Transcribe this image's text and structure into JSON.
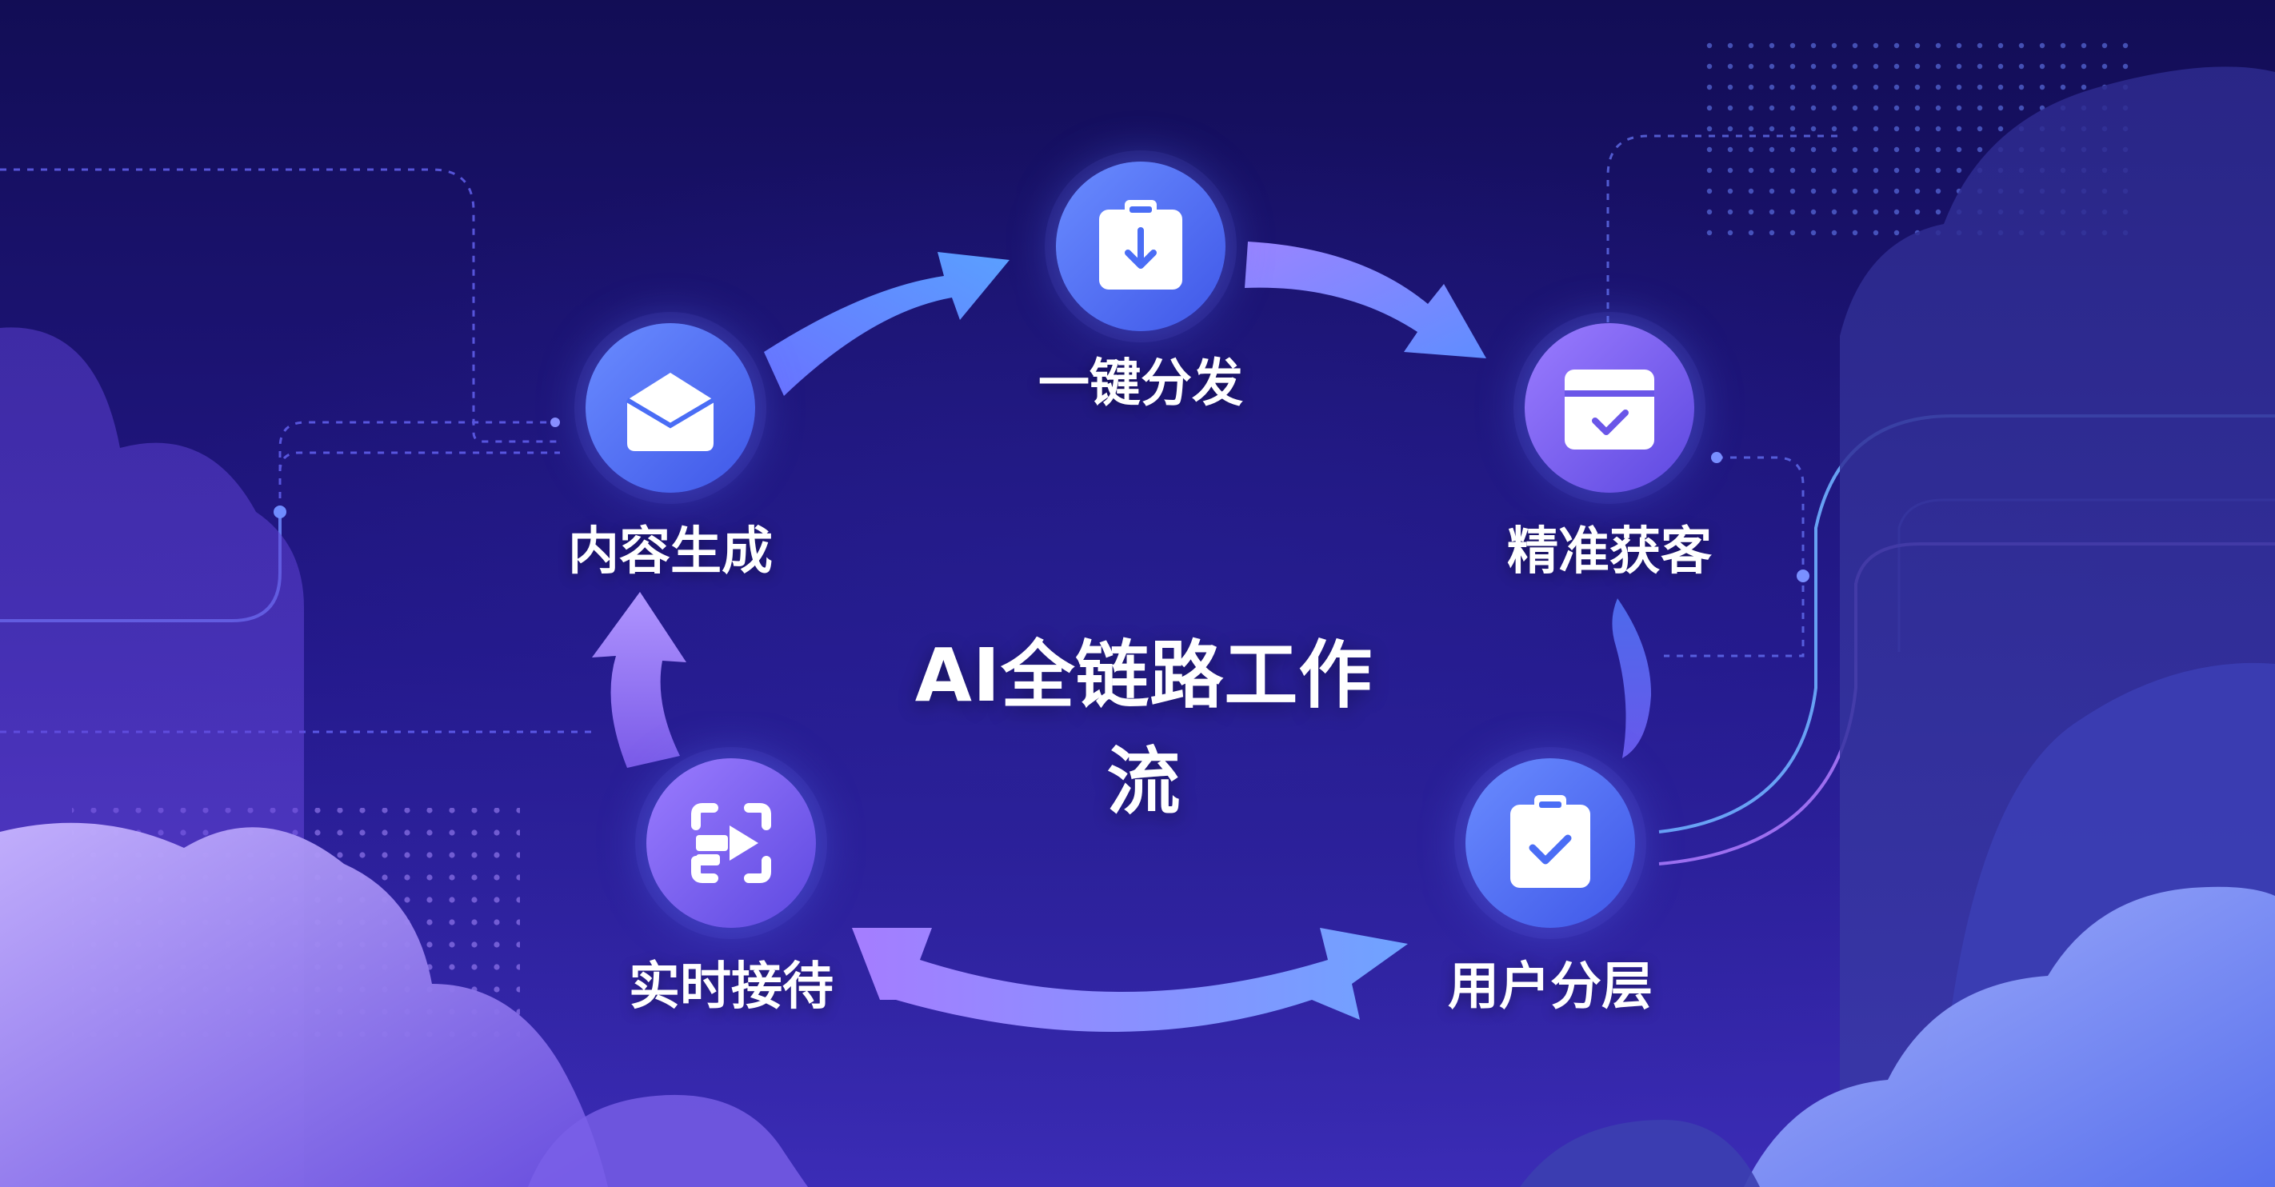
{
  "title": "AI全链路工作流",
  "nodes": [
    {
      "id": "content",
      "label": "内容生成",
      "icon": "envelope-icon"
    },
    {
      "id": "distribute",
      "label": "一键分发",
      "icon": "clipboard-download-icon"
    },
    {
      "id": "acquire",
      "label": "精准获客",
      "icon": "calendar-check-icon"
    },
    {
      "id": "segment",
      "label": "用户分层",
      "icon": "clipboard-check-icon"
    },
    {
      "id": "reception",
      "label": "实时接待",
      "icon": "scan-forward-icon"
    }
  ],
  "colors": {
    "background_top": "#140f5a",
    "background_bottom": "#3a2bb0",
    "node_blue": "#4a6df5",
    "node_purple": "#7a5cf0",
    "arrow_blue": "#5b8cff",
    "arrow_violet": "#b79cff",
    "line_cyan": "#6fa8ff"
  }
}
